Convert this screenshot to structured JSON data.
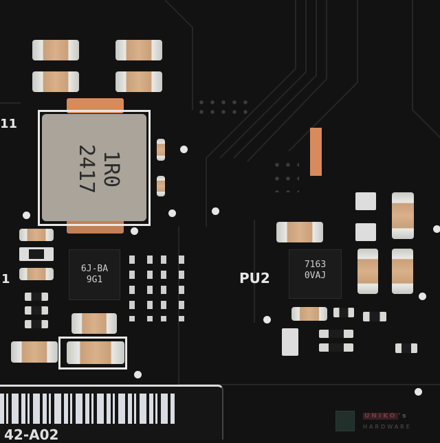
{
  "inductor": {
    "line1": "1R0",
    "line2": "2417"
  },
  "chip_left": {
    "line1": "6J-BA",
    "line2": "9G1"
  },
  "chip_right": {
    "line1": "7163",
    "line2": "0VAJ"
  },
  "silkscreen": {
    "pu2": "PU2",
    "left_top": "11",
    "left_mid": "1",
    "label_code": "42-A02"
  },
  "watermark": {
    "brand": "UNIKO",
    "suffix": "'s",
    "sub": "HARDWARE"
  },
  "colors": {
    "pcb": "#121212",
    "cap_body": "#d8b08a",
    "copper": "#d98a5a",
    "silk": "#e8e8e8"
  }
}
